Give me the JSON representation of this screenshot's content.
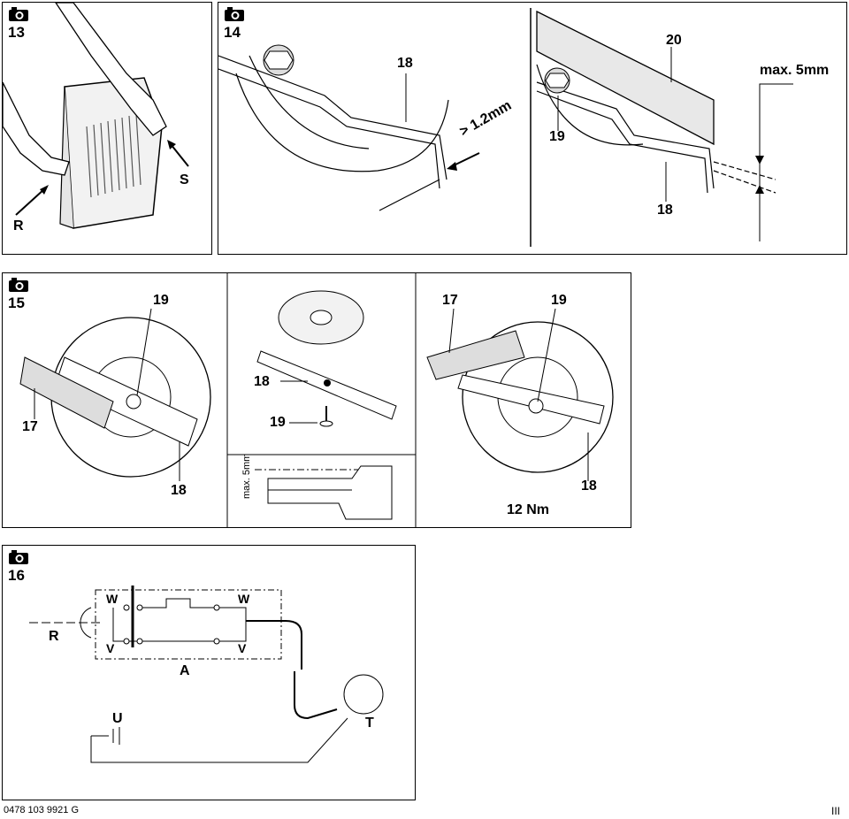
{
  "panels": {
    "p13": {
      "num": "13",
      "labels": {
        "r": "R",
        "s": "S"
      }
    },
    "p14": {
      "num": "14",
      "labels": {
        "n18a": "18",
        "gap": "> 1.2mm",
        "n20": "20",
        "max": "max. 5mm",
        "n19": "19",
        "n18b": "18"
      }
    },
    "p15": {
      "num": "15",
      "labels": {
        "n19a": "19",
        "n17a": "17",
        "n18a": "18",
        "n18b": "18",
        "n19b": "19",
        "max": "max. 5mm",
        "n17b": "17",
        "n19c": "19",
        "n18c": "18",
        "torque": "12 Nm"
      }
    },
    "p16": {
      "num": "16",
      "labels": {
        "w1": "W",
        "w2": "W",
        "v1": "V",
        "v2": "V",
        "r": "R",
        "a": "A",
        "u": "U",
        "t": "T"
      }
    }
  },
  "footer": {
    "code": "0478 103 9921 G",
    "page": "III"
  },
  "icons": {
    "camera": "camera-icon"
  }
}
